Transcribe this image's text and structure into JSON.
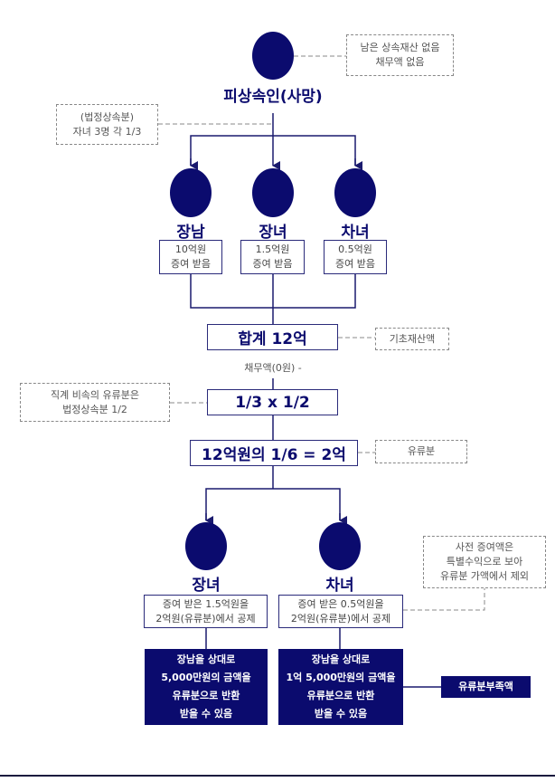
{
  "decedent": {
    "label": "피상속인(사망)",
    "note": [
      "남은 상속재산 없음",
      "채무액 없음"
    ]
  },
  "legal_share_note": [
    "(법정상속분)",
    "자녀 3명 각 1/3"
  ],
  "heirs": [
    {
      "label": "장남",
      "gift": [
        "10억원",
        "증여 받음"
      ]
    },
    {
      "label": "장녀",
      "gift": [
        "1.5억원",
        "증여 받음"
      ]
    },
    {
      "label": "차녀",
      "gift": [
        "0.5억원",
        "증여 받음"
      ]
    }
  ],
  "total": {
    "label": "합계 12억",
    "note": "기초재산액"
  },
  "debt_text": "채무액(0원) -",
  "ratio": {
    "label": "1/3 x 1/2",
    "note": [
      "직계 비속의 유류분은",
      "법정상속분 1/2"
    ]
  },
  "reserve": {
    "label": "12억원의 1/6 = 2억",
    "note": "유류분"
  },
  "claimants": [
    {
      "label": "장녀",
      "deduct": [
        "증여 받은 1.5억원을",
        "2억원(유류분)에서 공제"
      ],
      "result": [
        "장남을 상대로",
        "5,000만원의 금액을",
        "유류분으로 반환",
        "받을 수 있음"
      ]
    },
    {
      "label": "차녀",
      "deduct": [
        "증여 받은 0.5억원을",
        "2억원(유류분)에서 공제"
      ],
      "result": [
        "장남을 상대로",
        "1억 5,000만원의 금액을",
        "유류분으로 반환",
        "받을 수 있음"
      ]
    }
  ],
  "gift_note": [
    "사전 증여액은",
    "특별수익으로 보아",
    "유류분 가액에서 제외"
  ],
  "shortfall_label": "유류분부족액",
  "colors": {
    "navy": "#0b0b6e"
  }
}
